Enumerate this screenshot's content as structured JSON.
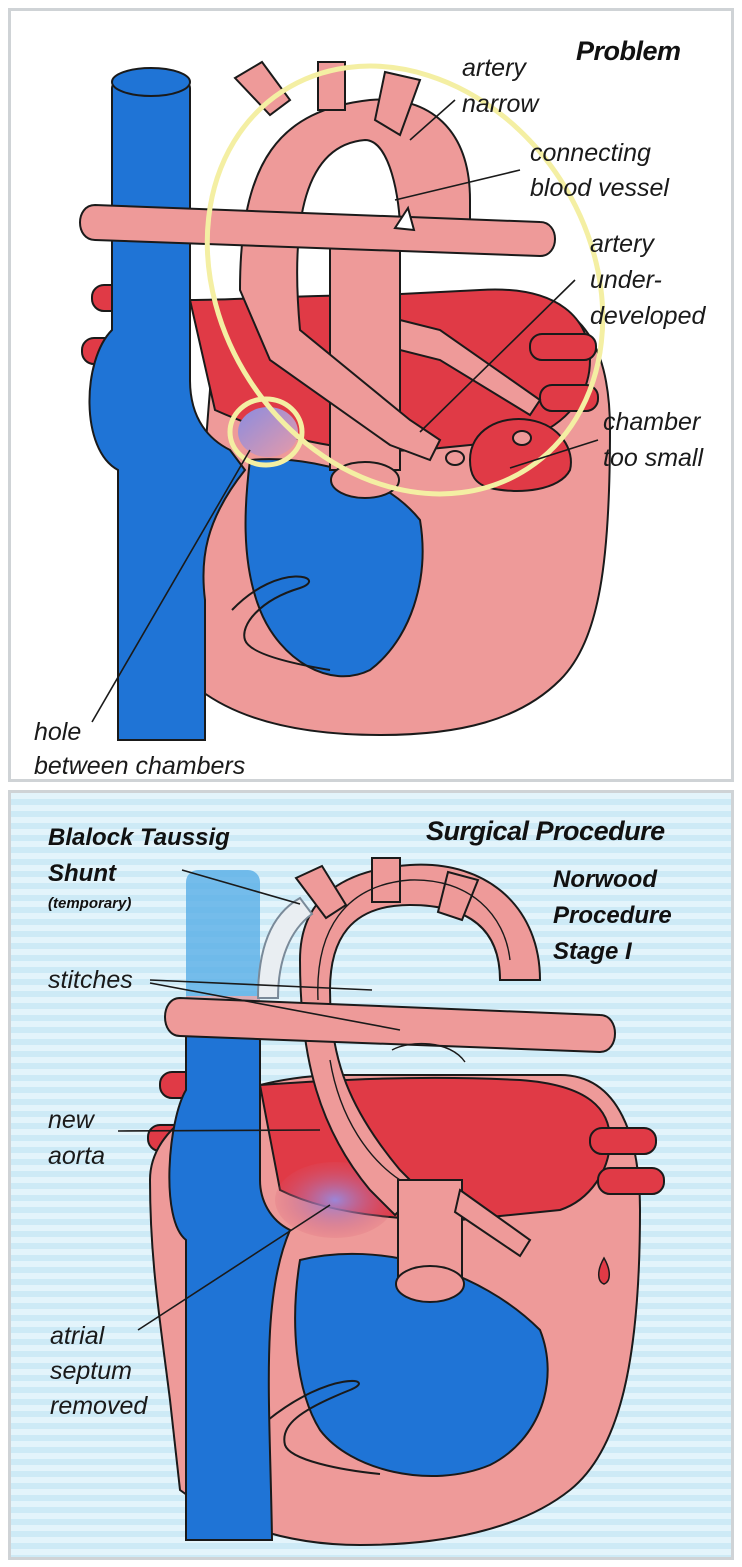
{
  "problem": {
    "title": "Problem",
    "labels": {
      "artery_narrow_1": "artery",
      "artery_narrow_2": "narrow",
      "connecting_1": "connecting",
      "connecting_2": "blood vessel",
      "underdev_1": "artery",
      "underdev_2": "under-",
      "underdev_3": "developed",
      "chamber_1": "chamber",
      "chamber_2": "too small",
      "hole_1": "hole",
      "hole_2": "between chambers"
    }
  },
  "procedure": {
    "title": "Surgical Procedure",
    "subtitle_1": "Norwood",
    "subtitle_2": "Procedure",
    "subtitle_3": "Stage I",
    "labels": {
      "shunt_1": "Blalock Taussig",
      "shunt_2": "Shunt",
      "shunt_3": "(temporary)",
      "stitches": "stitches",
      "new_aorta_1": "new",
      "new_aorta_2": "aorta",
      "septum_1": "atrial",
      "septum_2": "septum",
      "septum_3": "removed"
    }
  },
  "colors": {
    "vein_blue": "#1f74d6",
    "heart_pink": "#ee9a99",
    "artery_red": "#e03a46",
    "highlight_yellow": "#f4efa3"
  }
}
